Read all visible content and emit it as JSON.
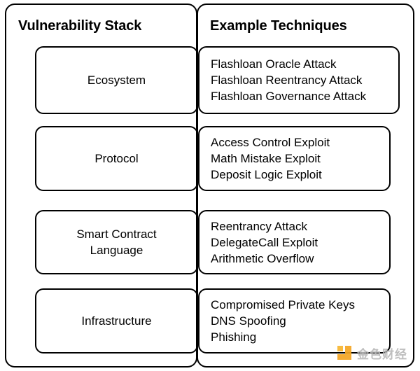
{
  "diagram": {
    "type": "table",
    "columns": [
      {
        "key": "stack",
        "header": "Vulnerability Stack"
      },
      {
        "key": "techniques",
        "header": "Example Techniques"
      }
    ],
    "rows": [
      {
        "stack": "Ecosystem",
        "techniques": "Flashloan Oracle Attack\nFlashloan Reentrancy Attack\nFlashloan Governance Attack"
      },
      {
        "stack": "Protocol",
        "techniques": "Access Control Exploit\nMath Mistake Exploit\nDeposit Logic Exploit"
      },
      {
        "stack": "Smart Contract\nLanguage",
        "techniques": "Reentrancy Attack\nDelegateCall Exploit\nArithmetic Overflow"
      },
      {
        "stack": "Infrastructure",
        "techniques": "Compromised Private Keys\nDNS Spoofing\nPhishing"
      }
    ]
  },
  "watermark": {
    "text": "金色财经",
    "mark_icon": "jinse-logo-icon",
    "mark_color": "#f5a623",
    "text_color": "#b9b9b9"
  },
  "colors": {
    "stroke": "#000000",
    "background": "#ffffff",
    "text": "#000000"
  }
}
